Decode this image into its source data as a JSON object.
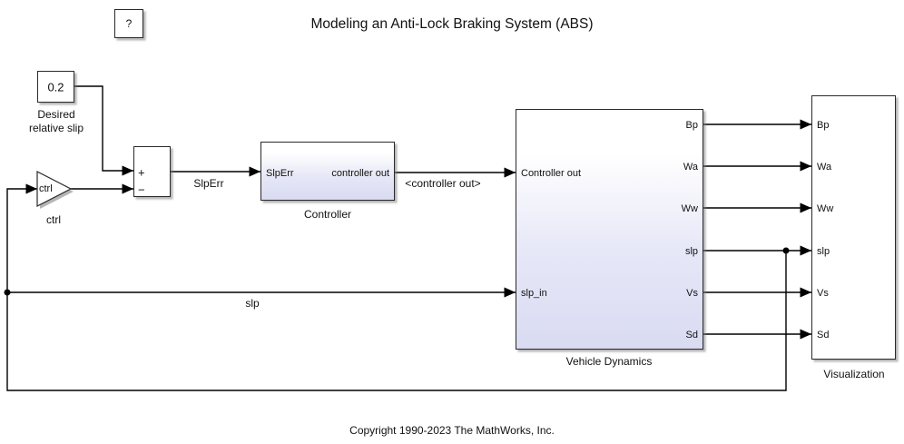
{
  "title": "Modeling an Anti-Lock Braking System (ABS)",
  "copyright": "Copyright 1990-2023 The MathWorks, Inc.",
  "help_block": {
    "glyph": "?"
  },
  "blocks": {
    "constant": {
      "value": "0.2",
      "label": "Desired relative slip"
    },
    "gain": {
      "text": "ctrl",
      "label": "ctrl"
    },
    "sum": {
      "plus": "+",
      "minus": "−"
    },
    "controller": {
      "label": "Controller",
      "input_port": "SlpErr",
      "output_port": "controller out"
    },
    "vehicle_dynamics": {
      "label": "Vehicle Dynamics",
      "inputs": [
        "Controller out",
        "slp_in"
      ],
      "outputs": [
        "Bp",
        "Wa",
        "Ww",
        "slp",
        "Vs",
        "Sd"
      ]
    },
    "visualization": {
      "label": "Visualization",
      "inputs": [
        "Bp",
        "Wa",
        "Ww",
        "slp",
        "Vs",
        "Sd"
      ]
    }
  },
  "signal_labels": {
    "slp_err": "SlpErr",
    "controller_out": "<controller out>",
    "slp": "slp"
  },
  "colors": {
    "wire": "#000000",
    "block_border": "#2a2a2a",
    "block_fill_gradient_bottom": "#d9dbf2",
    "shadow": "#9a9a9a"
  }
}
